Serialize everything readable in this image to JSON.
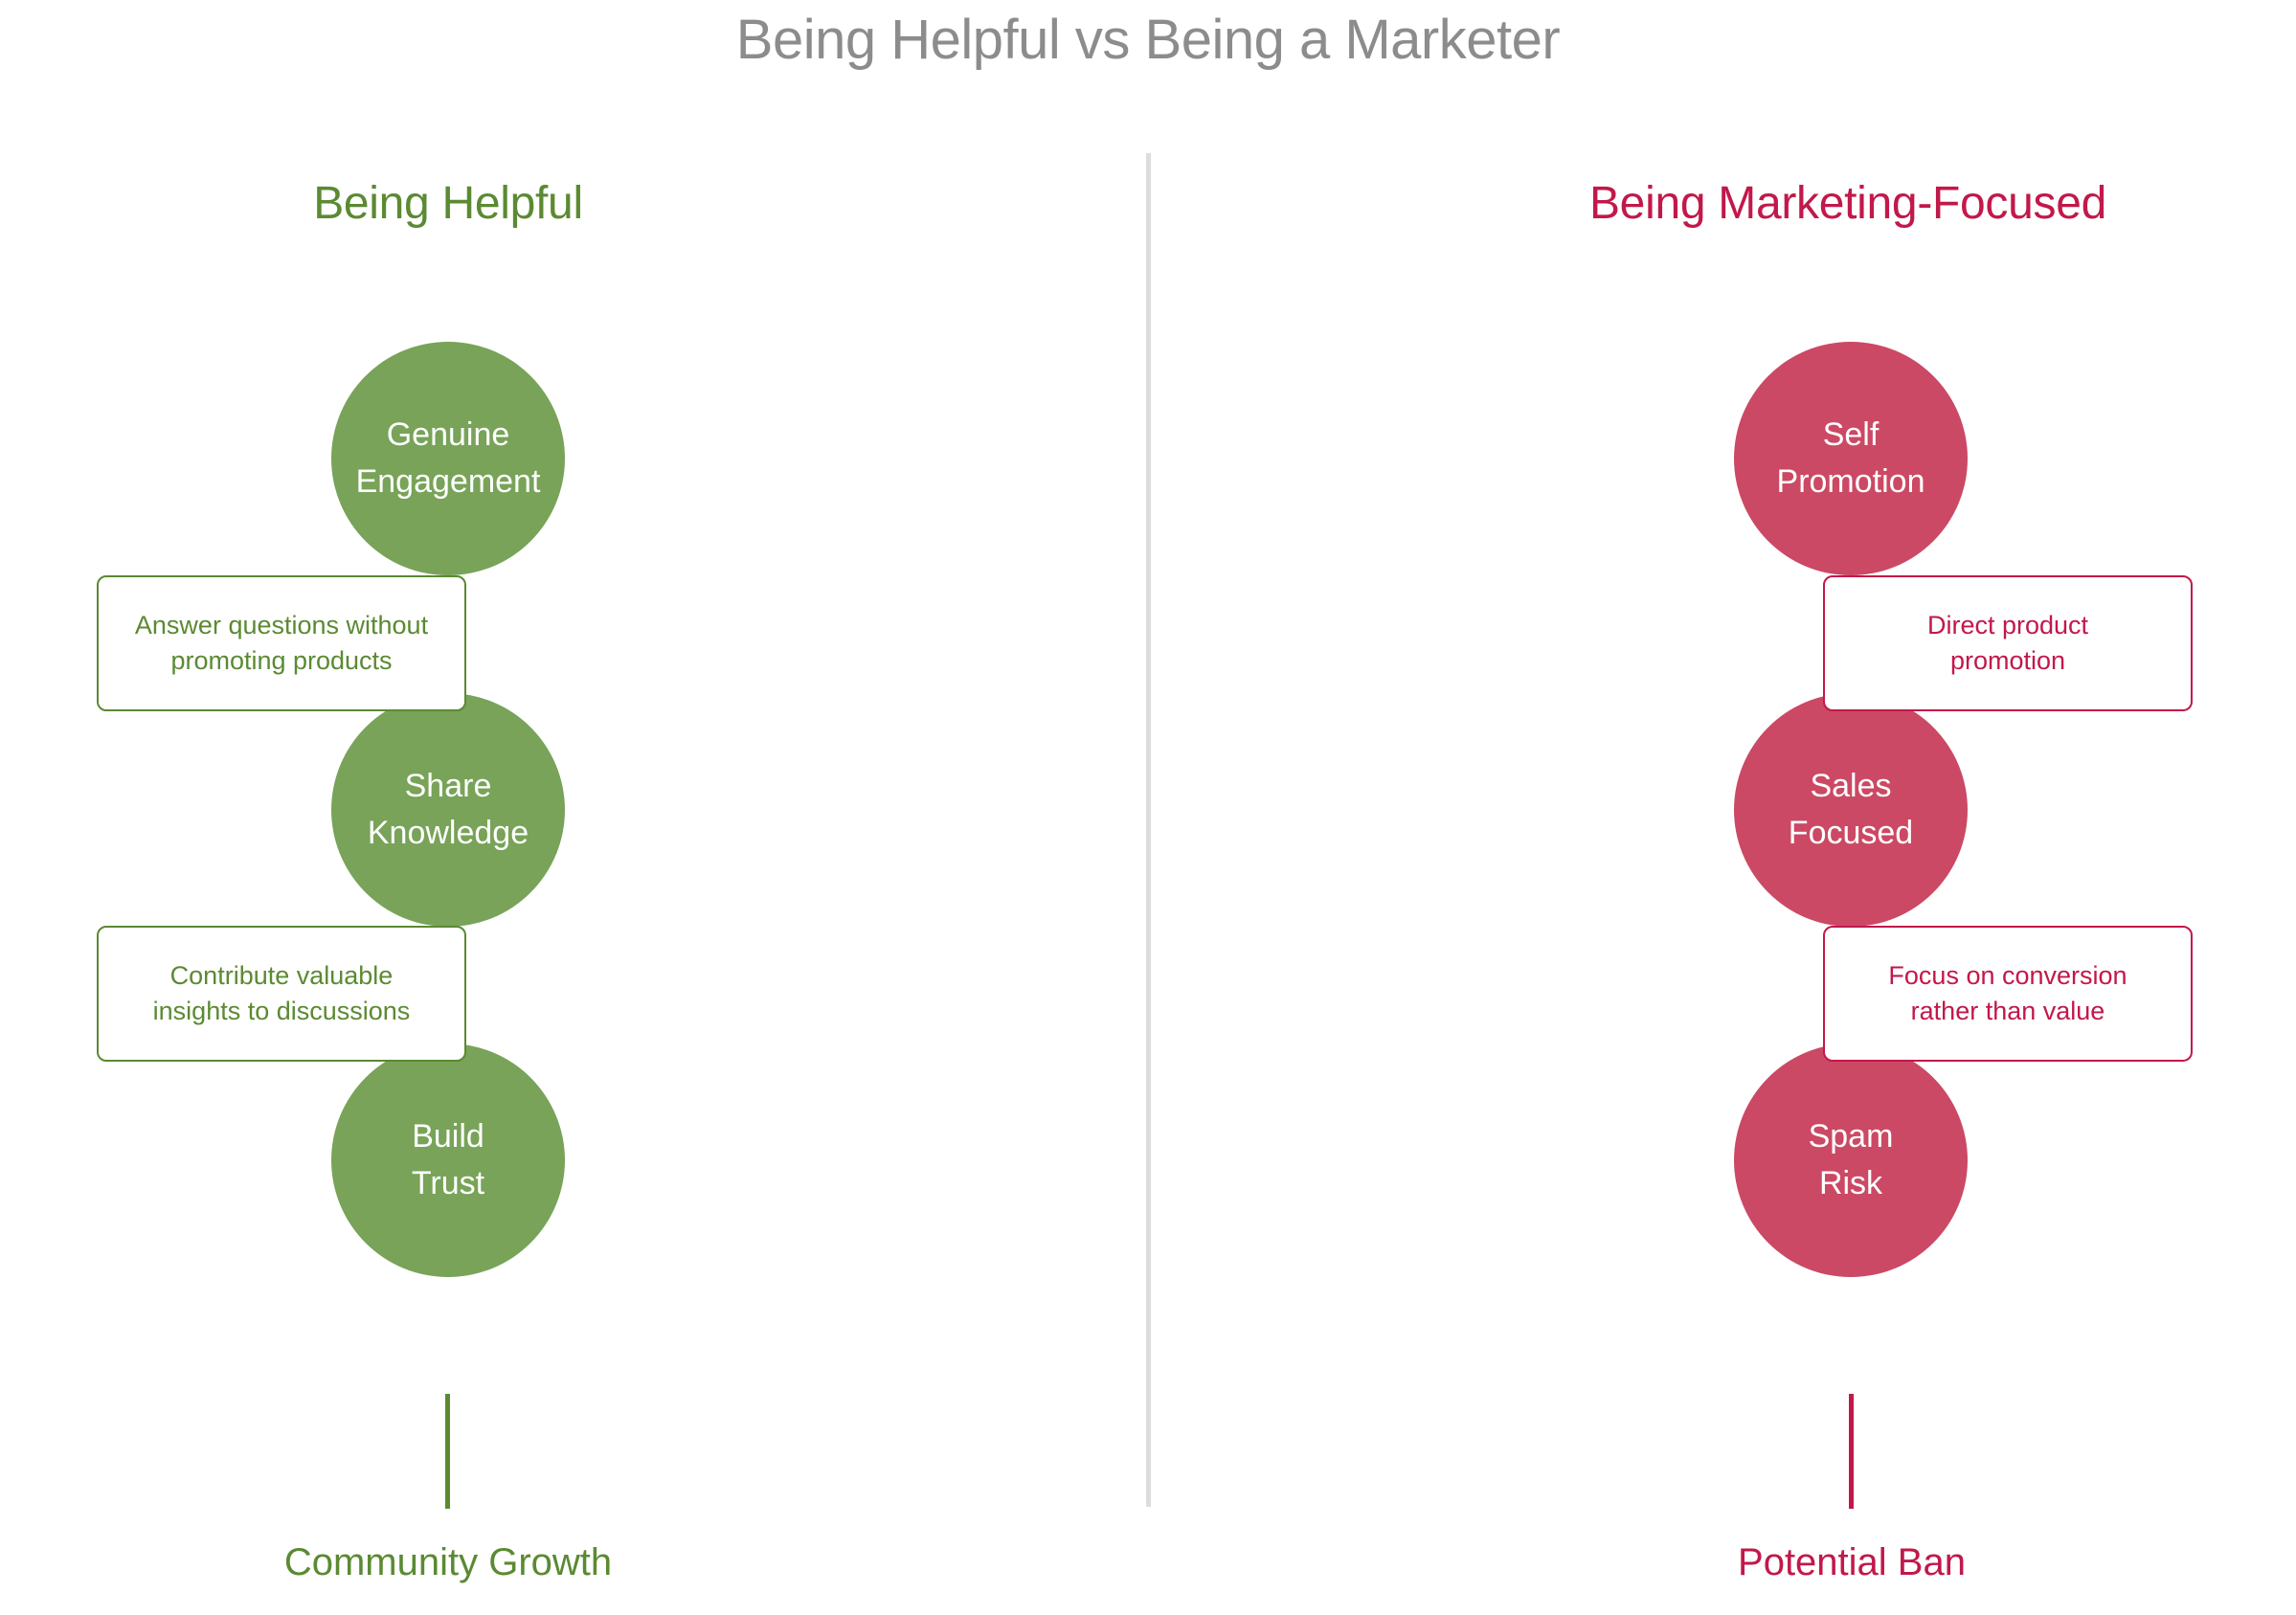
{
  "title": "Being Helpful vs Being a Marketer",
  "colors": {
    "helpful_text": "#5b8a32",
    "helpful_fill": "#78a358",
    "marketing_text": "#c2184a",
    "marketing_fill": "#cb4964",
    "title": "#8c8c8c",
    "divider": "#dddddd"
  },
  "helpful": {
    "heading": "Being Helpful",
    "nodes": [
      {
        "line1": "Genuine",
        "line2": "Engagement"
      },
      {
        "line1": "Share",
        "line2": "Knowledge"
      },
      {
        "line1": "Build",
        "line2": "Trust"
      }
    ],
    "notes": [
      {
        "line1": "Answer questions without",
        "line2": "promoting products"
      },
      {
        "line1": "Contribute valuable",
        "line2": "insights to discussions"
      }
    ],
    "outcome": "Community Growth"
  },
  "marketing": {
    "heading": "Being Marketing-Focused",
    "nodes": [
      {
        "line1": "Self",
        "line2": "Promotion"
      },
      {
        "line1": "Sales",
        "line2": "Focused"
      },
      {
        "line1": "Spam",
        "line2": "Risk"
      }
    ],
    "notes": [
      {
        "line1": "Direct product",
        "line2": "promotion"
      },
      {
        "line1": "Focus on conversion",
        "line2": "rather than value"
      }
    ],
    "outcome": "Potential Ban"
  }
}
